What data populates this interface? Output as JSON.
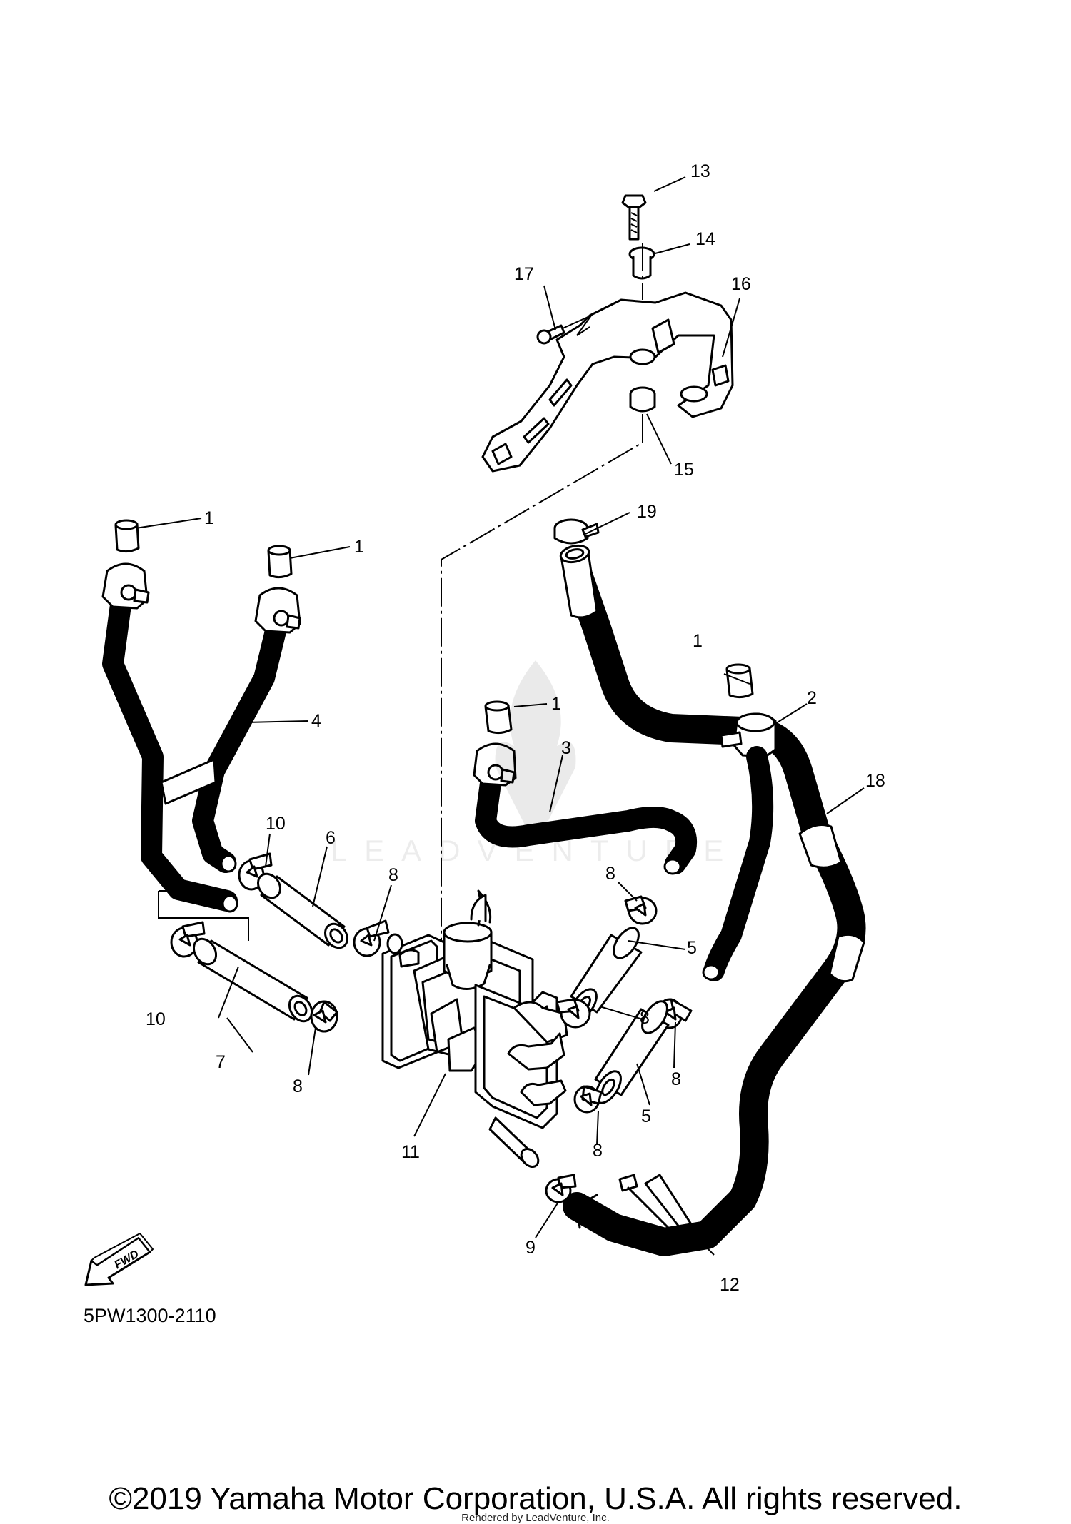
{
  "diagram": {
    "code": "5PW1300-2110",
    "callouts": [
      {
        "id": "c1a",
        "label": "1"
      },
      {
        "id": "c1b",
        "label": "1"
      },
      {
        "id": "c1c",
        "label": "1"
      },
      {
        "id": "c1d",
        "label": "1"
      },
      {
        "id": "c2",
        "label": "2"
      },
      {
        "id": "c3",
        "label": "3"
      },
      {
        "id": "c4",
        "label": "4"
      },
      {
        "id": "c5a",
        "label": "5"
      },
      {
        "id": "c5b",
        "label": "5"
      },
      {
        "id": "c6",
        "label": "6"
      },
      {
        "id": "c7",
        "label": "7"
      },
      {
        "id": "c8a",
        "label": "8"
      },
      {
        "id": "c8b",
        "label": "8"
      },
      {
        "id": "c8c",
        "label": "8"
      },
      {
        "id": "c8d",
        "label": "8"
      },
      {
        "id": "c8e",
        "label": "8"
      },
      {
        "id": "c8f",
        "label": "8"
      },
      {
        "id": "c9",
        "label": "9"
      },
      {
        "id": "c10a",
        "label": "10"
      },
      {
        "id": "c10b",
        "label": "10"
      },
      {
        "id": "c11",
        "label": "11"
      },
      {
        "id": "c12",
        "label": "12"
      },
      {
        "id": "c13",
        "label": "13"
      },
      {
        "id": "c14",
        "label": "14"
      },
      {
        "id": "c15",
        "label": "15"
      },
      {
        "id": "c16",
        "label": "16"
      },
      {
        "id": "c17",
        "label": "17"
      },
      {
        "id": "c18",
        "label": "18"
      },
      {
        "id": "c19",
        "label": "19"
      }
    ]
  },
  "fwd_badge": "FWD",
  "watermark": "LEADVENTURE",
  "copyright": "©2019 Yamaha Motor Corporation, U.S.A. All rights reserved.",
  "rendered_by": "Rendered by LeadVenture, Inc.",
  "icons": [
    "fwd-arrow-icon",
    "leadventure-watermark-icon"
  ]
}
